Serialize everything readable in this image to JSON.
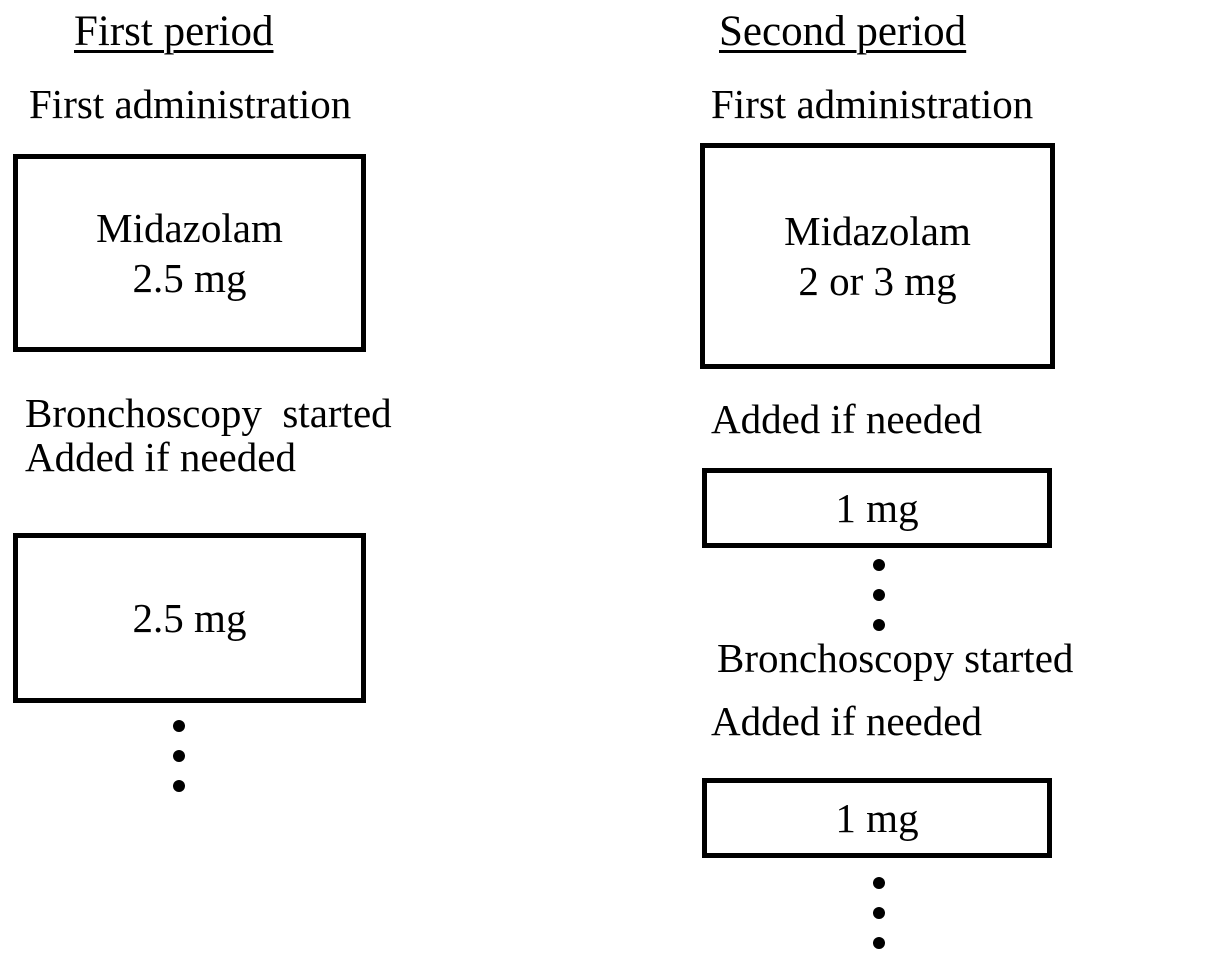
{
  "figure": {
    "type": "flow-diagram",
    "background_color": "#ffffff",
    "ink_color": "#000000"
  },
  "columns": [
    {
      "id": "first-period",
      "title": "First period",
      "blocks": [
        {
          "kind": "label",
          "text": "First administration"
        },
        {
          "kind": "box",
          "lines": [
            "Midazolam",
            "2.5 mg"
          ]
        },
        {
          "kind": "label",
          "text": "Bronchoscopy  started"
        },
        {
          "kind": "label",
          "text": "Added if needed"
        },
        {
          "kind": "box",
          "lines": [
            "2.5 mg"
          ]
        },
        {
          "kind": "dots",
          "count": 3
        }
      ]
    },
    {
      "id": "second-period",
      "title": "Second period",
      "blocks": [
        {
          "kind": "label",
          "text": "First administration"
        },
        {
          "kind": "box",
          "lines": [
            "Midazolam",
            "2 or 3 mg"
          ]
        },
        {
          "kind": "label",
          "text": "Added if needed"
        },
        {
          "kind": "box",
          "lines": [
            "1 mg"
          ]
        },
        {
          "kind": "dots",
          "count": 3
        },
        {
          "kind": "label",
          "text": "Bronchoscopy started"
        },
        {
          "kind": "label",
          "text": "Added if needed"
        },
        {
          "kind": "box",
          "lines": [
            "1 mg"
          ]
        },
        {
          "kind": "dots",
          "count": 3
        }
      ]
    }
  ],
  "left": {
    "title": "First period",
    "first_admin_label": "First administration",
    "box1_line1": "Midazolam",
    "box1_line2": "2.5 mg",
    "bronchoscopy_label": "Bronchoscopy  started",
    "added_label": "Added if needed",
    "box2_line1": "2.5 mg"
  },
  "right": {
    "title": "Second period",
    "first_admin_label": "First administration",
    "box1_line1": "Midazolam",
    "box1_line2": "2 or 3 mg",
    "added_label_1": "Added if needed",
    "box2_line1": "1 mg",
    "bronchoscopy_label": "Bronchoscopy started",
    "added_label_2": "Added if needed",
    "box3_line1": "1 mg"
  }
}
